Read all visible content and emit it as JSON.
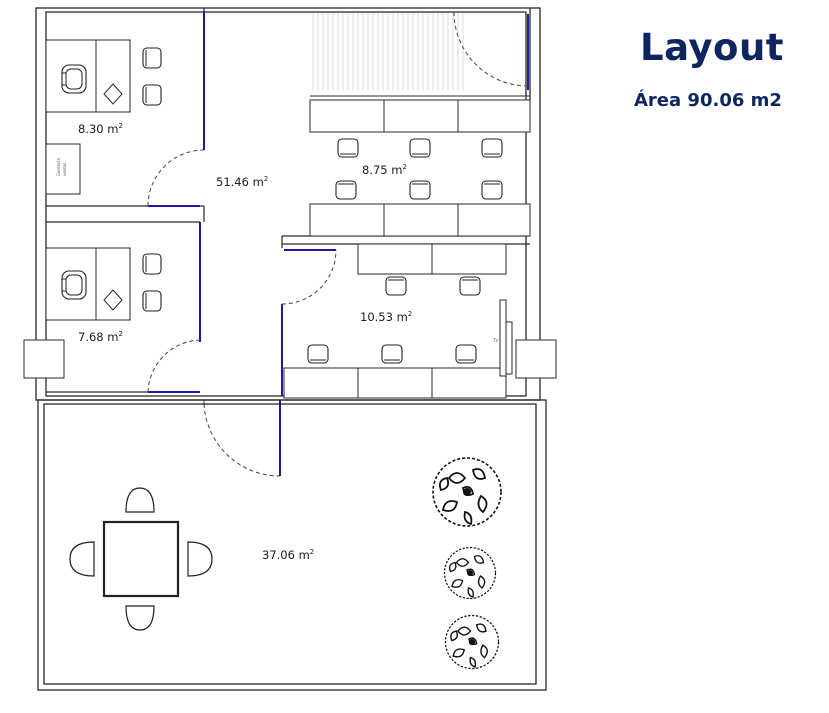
{
  "header": {
    "title": "Layout",
    "subtitle": "Área 90.06 m2"
  },
  "rooms": [
    {
      "id": "office-top",
      "area": "8.30 m",
      "sup": "2"
    },
    {
      "id": "hall",
      "area": "51.46 m",
      "sup": "2"
    },
    {
      "id": "workstations-top",
      "area": "8.75 m",
      "sup": "2"
    },
    {
      "id": "office-bottom",
      "area": "7.68 m",
      "sup": "2"
    },
    {
      "id": "workstations-bottom",
      "area": "10.53 m",
      "sup": "2"
    },
    {
      "id": "terrace",
      "area": "37.06 m",
      "sup": "2"
    }
  ],
  "cabinet_label": [
    "Gerencia",
    "ventas"
  ],
  "tv_label": "TV",
  "colors": {
    "title": "#0d2660",
    "walls": "#2a2a2a",
    "windows": "#1a1aa8"
  }
}
